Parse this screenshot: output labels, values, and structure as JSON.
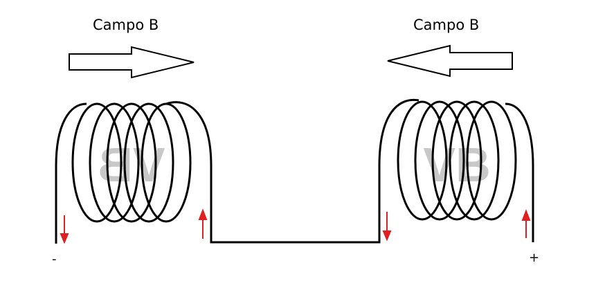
{
  "labels": {
    "left_field": "Campo B",
    "right_field": "Campo B",
    "minus": "-",
    "plus": "+"
  },
  "watermark": "VB",
  "colors": {
    "wire": "#000000",
    "current_arrow": "#e02020",
    "watermark": "#c8c8c8"
  }
}
